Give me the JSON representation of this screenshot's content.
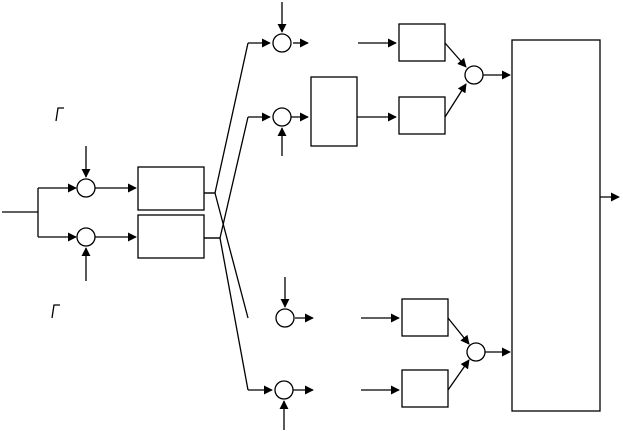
{
  "diagram": {
    "stroke_color": "#000000",
    "background_color": "#ffffff",
    "mixers": [
      {
        "id": "mixer-upper-input"
      },
      {
        "id": "mixer-lower-input"
      },
      {
        "id": "mixer-path-1"
      },
      {
        "id": "mixer-path-2"
      },
      {
        "id": "mixer-path-3"
      },
      {
        "id": "mixer-path-4"
      }
    ],
    "combiners": [
      {
        "id": "combiner-upper"
      },
      {
        "id": "combiner-lower"
      }
    ],
    "blocks": [
      {
        "id": "block-upper-input"
      },
      {
        "id": "block-lower-input"
      },
      {
        "id": "block-middle"
      },
      {
        "id": "block-upper-top"
      },
      {
        "id": "block-upper-bottom"
      },
      {
        "id": "block-lower-top"
      },
      {
        "id": "block-lower-bottom"
      },
      {
        "id": "block-output"
      }
    ],
    "symbols": [
      {
        "id": "rise-symbol-upper"
      },
      {
        "id": "rise-symbol-lower"
      }
    ]
  }
}
